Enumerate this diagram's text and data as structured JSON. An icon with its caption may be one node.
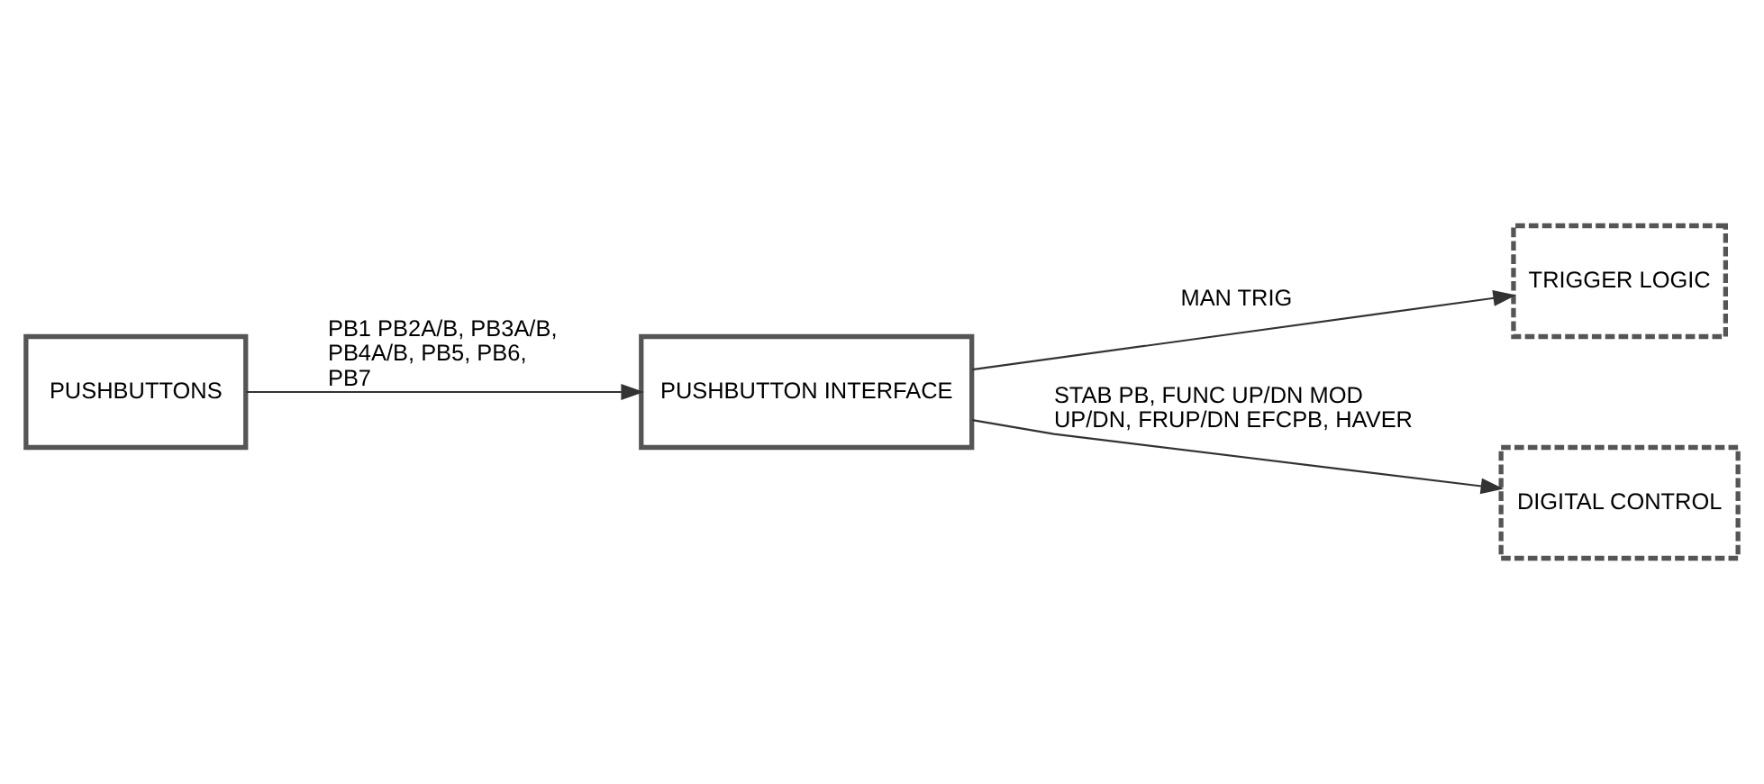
{
  "diagram": {
    "nodes": [
      {
        "text": [
          "PUSHBUTTONS"
        ]
      },
      {
        "text": [
          "PUSHBUTTON INTERFACE"
        ]
      },
      {
        "text": [
          "TRIGGER LOGIC"
        ]
      },
      {
        "text": [
          "DIGITAL CONTROL"
        ]
      }
    ],
    "edges": [
      {
        "from": 0,
        "to": 1,
        "arrow": "to",
        "label": "PB1 PB2A/B, PB3A/B, PB4A/B, PB5, PB6, PB7"
      },
      {
        "from": 1,
        "to": 2,
        "arrow": "to",
        "label": "MAN TRIG"
      },
      {
        "from": 1,
        "to": 3,
        "arrow": "to",
        "label": "STAB PB, FUNC UP/DN MOD UP/DN, FRUP/DN EFCPB, HAVER"
      }
    ]
  }
}
